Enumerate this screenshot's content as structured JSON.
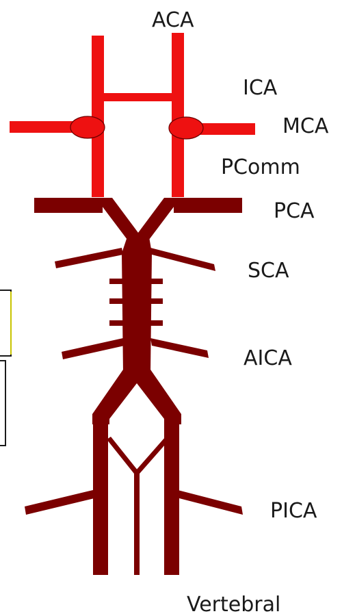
{
  "labels": {
    "aca": "ACA",
    "ica": "ICA",
    "mca": "MCA",
    "pcomm": "PComm",
    "pca": "PCA",
    "sca": "SCA",
    "aica": "AICA",
    "pica": "PICA",
    "vertebral": "Vertebral"
  },
  "colors": {
    "anterior_circulation": "#ee1111",
    "posterior_circulation": "#7b0000",
    "label_text": "#1a1a1a",
    "edge_box_border": "#1a1a1a",
    "edge_box_accent": "#c8c400"
  }
}
